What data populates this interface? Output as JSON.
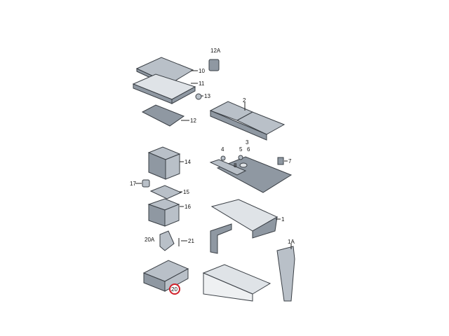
{
  "diagram": {
    "labels": {
      "p12A": "12A",
      "p10": "10",
      "p11": "11",
      "p13": "13",
      "p2": "2",
      "p12": "12",
      "p3": "3",
      "p4": "4",
      "p5": "5",
      "p6": "6",
      "p7": "7",
      "p8": "8",
      "p14": "14",
      "p17": "17",
      "p15": "15",
      "p16": "16",
      "p1": "1",
      "p20A": "20A",
      "p21": "21",
      "p1A": "1A",
      "p20": "20"
    },
    "highlight_color": "#d0202a"
  }
}
